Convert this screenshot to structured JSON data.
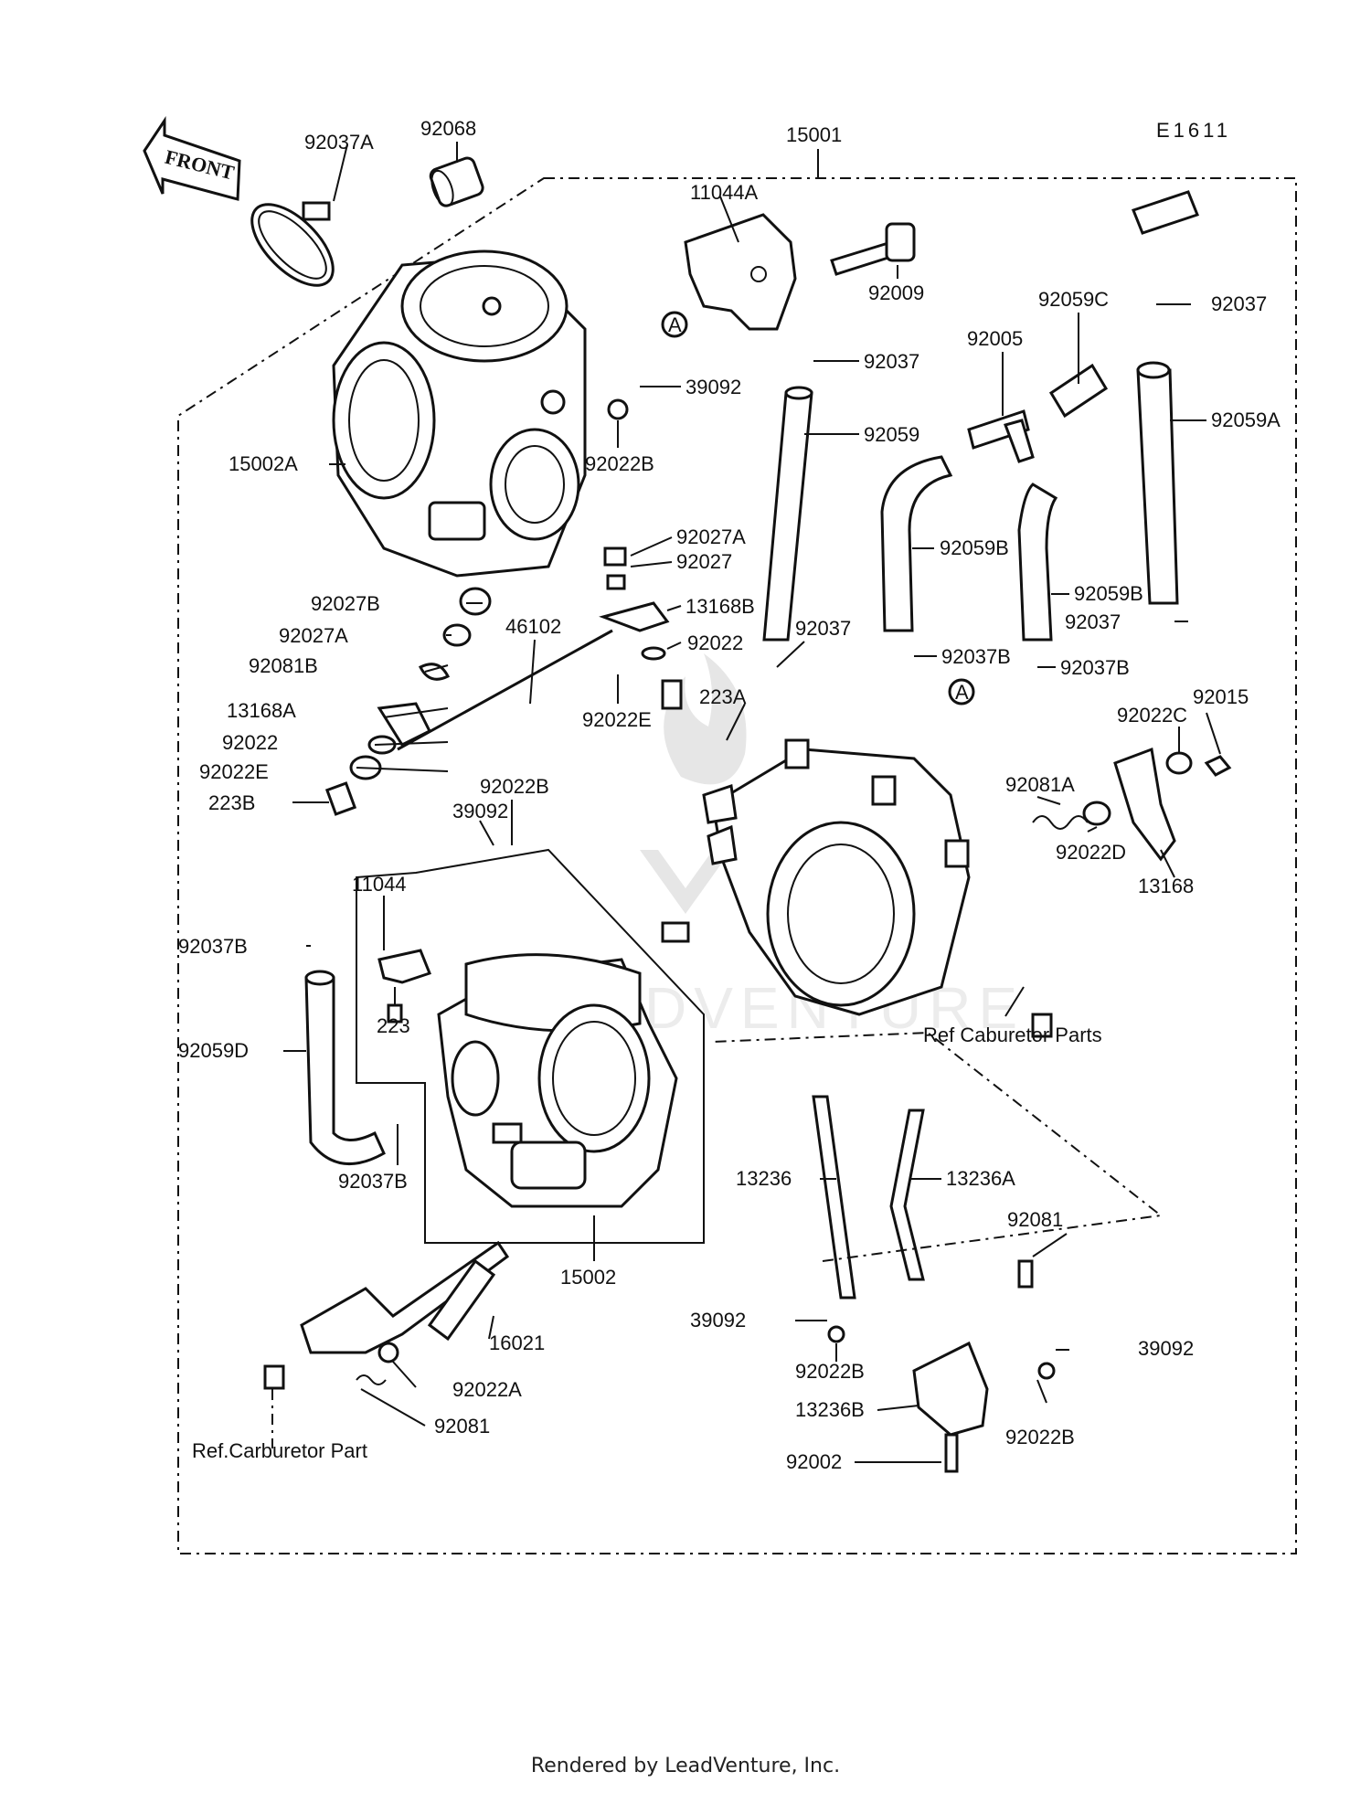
{
  "diagram_code": "E1611",
  "front_label": "FRONT",
  "footer": "Rendered by LeadVenture, Inc.",
  "watermark_text": "LEADVENTURE",
  "callouts": {
    "c92037A": "92037A",
    "c92068": "92068",
    "c15001": "15001",
    "c11044A": "11044A",
    "c92009": "92009",
    "c92059C": "92059C",
    "c92037_r1": "92037",
    "c92005": "92005",
    "c92037_t": "92037",
    "c39092_t": "39092",
    "c92059": "92059",
    "c92059A": "92059A",
    "c15002A": "15002A",
    "c92022B_t": "92022B",
    "c92027A_t": "92027A",
    "c92027": "92027",
    "c92059B_1": "92059B",
    "c92027B": "92027B",
    "c13168B": "13168B",
    "c92059B_2": "92059B",
    "c46102": "46102",
    "c92037_m": "92037",
    "c92037_r2": "92037",
    "c92027A_l": "92027A",
    "c92022_m": "92022",
    "c92037B_1": "92037B",
    "c92037B_2": "92037B",
    "c92081B": "92081B",
    "c92022E_m": "92022E",
    "c223A": "223A",
    "c92015": "92015",
    "c13168A": "13168A",
    "c92022C": "92022C",
    "c92022_l": "92022",
    "c92022E_l": "92022E",
    "c223B": "223B",
    "c92022B_mid": "92022B",
    "c39092_mid": "39092",
    "c92081A": "92081A",
    "c92022D": "92022D",
    "c13168": "13168",
    "c11044": "11044",
    "c92037B_l": "92037B",
    "c223": "223",
    "c92059D": "92059D",
    "c92037B_b": "92037B",
    "c15002": "15002",
    "c13236": "13236",
    "c13236A": "13236A",
    "c92081_r": "92081",
    "c16021": "16021",
    "c39092_b1": "39092",
    "c39092_b2": "39092",
    "c92022B_b1": "92022B",
    "c92022A": "92022A",
    "c13236B": "13236B",
    "c92022B_b2": "92022B",
    "c92081_b": "92081",
    "c92002": "92002"
  },
  "markers": {
    "a1": "A",
    "a2": "A"
  },
  "refs": {
    "caburetor_parts": "Ref Caburetor Parts",
    "carburetor_part": "Ref.Carburetor Part"
  }
}
